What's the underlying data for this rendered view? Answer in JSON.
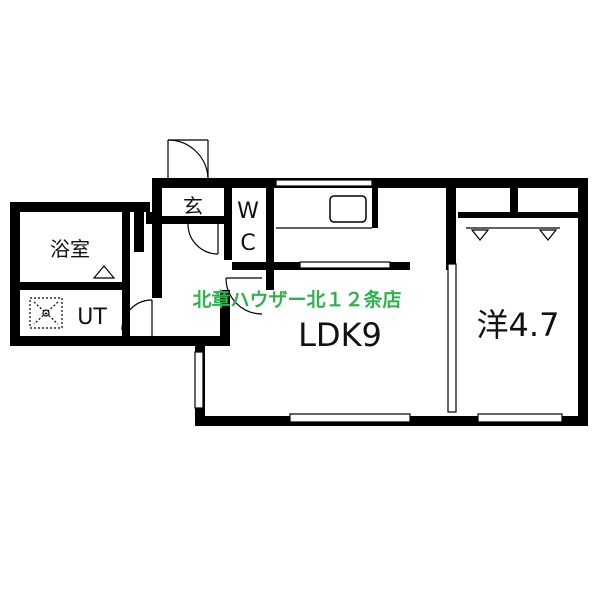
{
  "rooms": {
    "bath": "浴室",
    "utility": "UT",
    "entrance": "玄",
    "toilet_w": "W",
    "toilet_c": "C",
    "ldk": "LDK9",
    "western": "洋4.7"
  },
  "watermark": "北章ハウザー北１２条店",
  "colors": {
    "wall": "#000000",
    "watermark": "#2db34a",
    "background": "#ffffff"
  }
}
